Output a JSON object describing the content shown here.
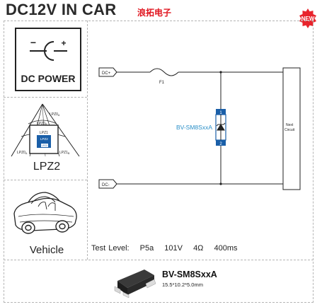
{
  "title": "DC12V IN CAR",
  "brand": "浪拓电子",
  "badge": "NEW",
  "dc_power": {
    "label": "DC POWER",
    "minus": "−",
    "plus": "+"
  },
  "lpz": {
    "label": "LPZ2",
    "zones": [
      "LPZ0",
      "LPZ0",
      "LPZ1",
      "LPZ2",
      "LPZ0",
      "LPZ1"
    ],
    "zone_subs": [
      "A",
      "B",
      "",
      "",
      "A",
      "B"
    ],
    "inner_tag": "LPZ3"
  },
  "vehicle": {
    "label": "Vehicle"
  },
  "circuit": {
    "dc_plus": "DC+",
    "dc_minus": "DC-",
    "fuse": "F1",
    "device": "BV-SM8SxxA",
    "pin_top": "1",
    "pin_bottom": "2",
    "next_circuit": [
      "Next",
      "Circuit"
    ]
  },
  "test_level": {
    "label": "Test Level:",
    "values": [
      "P5a",
      "101V",
      "4Ω",
      "400ms"
    ]
  },
  "part": {
    "name": "BV-SM8SxxA",
    "size": "15.5*10.2*5.0mm"
  },
  "colors": {
    "accent": "#1a5fa8",
    "device_label": "#2a8fc8",
    "brand": "#e0141e",
    "badge": "#e8242c"
  }
}
